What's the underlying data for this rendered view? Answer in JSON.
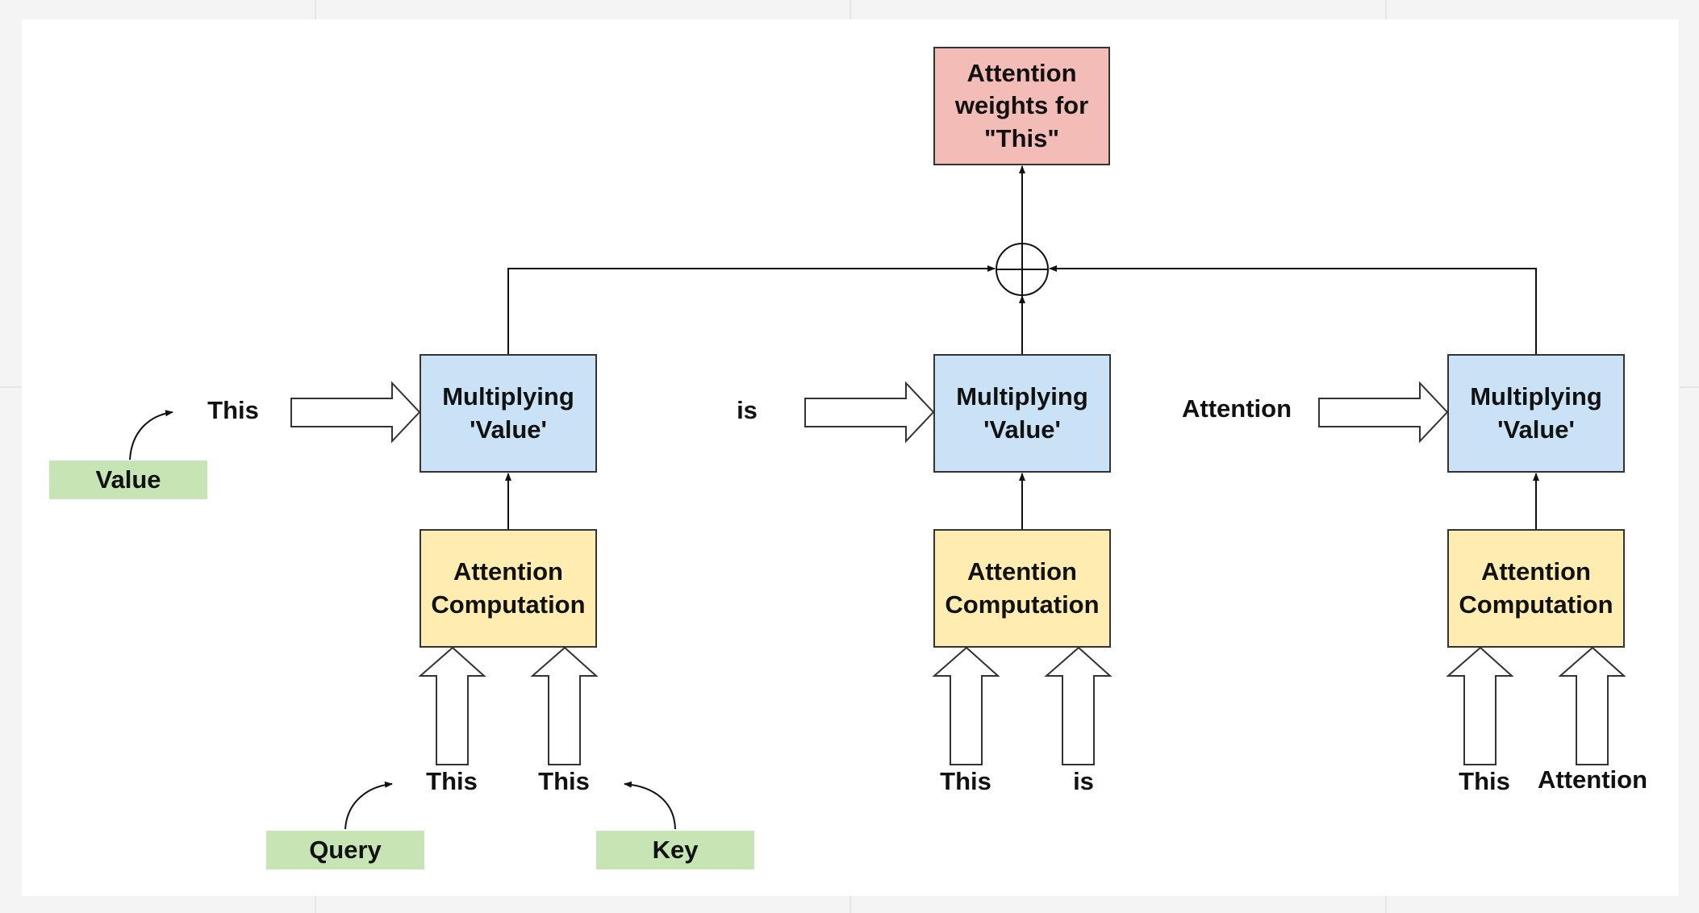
{
  "colors": {
    "output_fill": "#f4bcb6",
    "multiply_fill": "#c9e2f5",
    "attention_fill": "#feecb1",
    "tag_fill": "#c7e4b4",
    "stroke": "#333333"
  },
  "output_box": {
    "text": "Attention\nweights for\n\"This\""
  },
  "sum_node": {
    "icon": "circle-plus-icon"
  },
  "columns": [
    {
      "value_word": "This",
      "multiply_label": "Multiplying\n'Value'",
      "attention_label": "Attention\nComputation",
      "query_word": "This",
      "key_word": "This"
    },
    {
      "value_word": "is",
      "multiply_label": "Multiplying\n'Value'",
      "attention_label": "Attention\nComputation",
      "query_word": "This",
      "key_word": "is"
    },
    {
      "value_word": "Attention",
      "multiply_label": "Multiplying\n'Value'",
      "attention_label": "Attention\nComputation",
      "query_word": "This",
      "key_word": "Attention"
    }
  ],
  "tags": {
    "value": "Value",
    "query": "Query",
    "key": "Key"
  }
}
